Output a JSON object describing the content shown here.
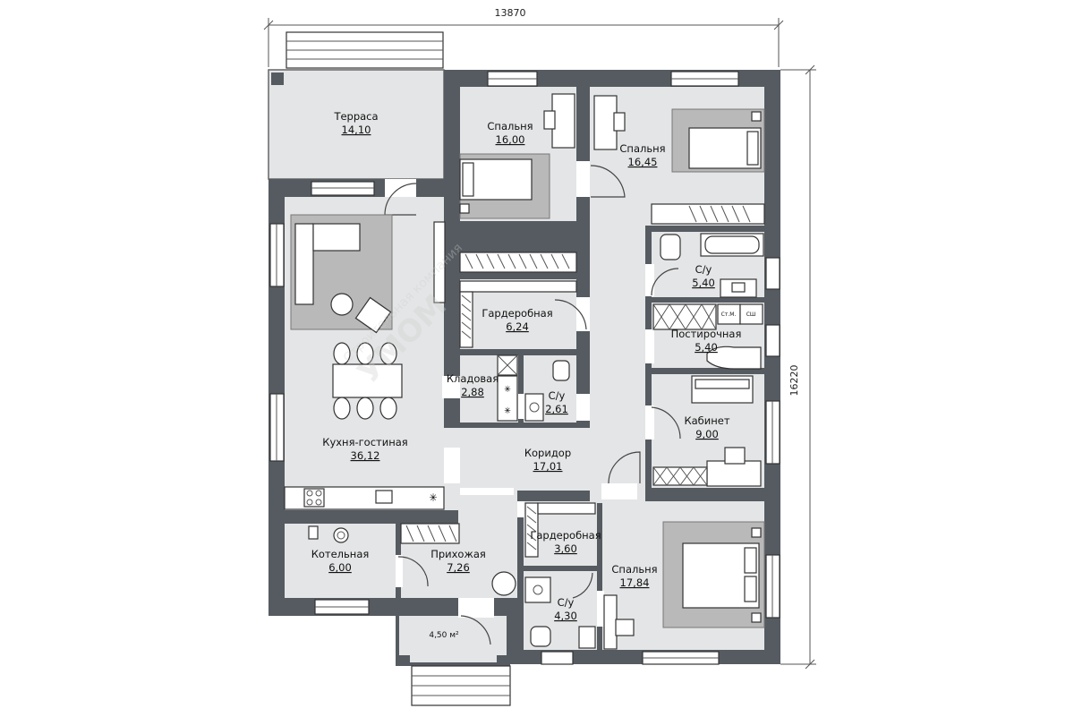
{
  "dimensions": {
    "width": "13870",
    "height": "16220"
  },
  "rooms": [
    {
      "id": "terrace",
      "name": "Терраса",
      "area": "14,10"
    },
    {
      "id": "bedroom1",
      "name": "Спальня",
      "area": "16,00"
    },
    {
      "id": "bedroom2",
      "name": "Спальня",
      "area": "16,45"
    },
    {
      "id": "bath1",
      "name": "С/у",
      "area": "5,40"
    },
    {
      "id": "wardrobe1",
      "name": "Гардеробная",
      "area": "6,24"
    },
    {
      "id": "laundry",
      "name": "Постирочная",
      "area": "5,40"
    },
    {
      "id": "pantry",
      "name": "Кладовая",
      "area": "2,88"
    },
    {
      "id": "bath2",
      "name": "С/у",
      "area": "2,61"
    },
    {
      "id": "office",
      "name": "Кабинет",
      "area": "9,00"
    },
    {
      "id": "kitchen_living",
      "name": "Кухня-гостиная",
      "area": "36,12"
    },
    {
      "id": "corridor",
      "name": "Коридор",
      "area": "17,01"
    },
    {
      "id": "wardrobe2",
      "name": "Гардеробная",
      "area": "3,60"
    },
    {
      "id": "boiler",
      "name": "Котельная",
      "area": "6,00"
    },
    {
      "id": "hall",
      "name": "Прихожая",
      "area": "7,26"
    },
    {
      "id": "bedroom3",
      "name": "Спальня",
      "area": "17,84"
    },
    {
      "id": "bath3",
      "name": "С/у",
      "area": "4,30"
    },
    {
      "id": "porch",
      "name": "",
      "area": "4,50 м²"
    }
  ],
  "appliance_labels": {
    "washer": "Ст.М.",
    "dryer": "СШ"
  },
  "colors": {
    "wall": "#555b61",
    "floor": "#e4e5e6",
    "rug": "#b9b9b9"
  }
}
